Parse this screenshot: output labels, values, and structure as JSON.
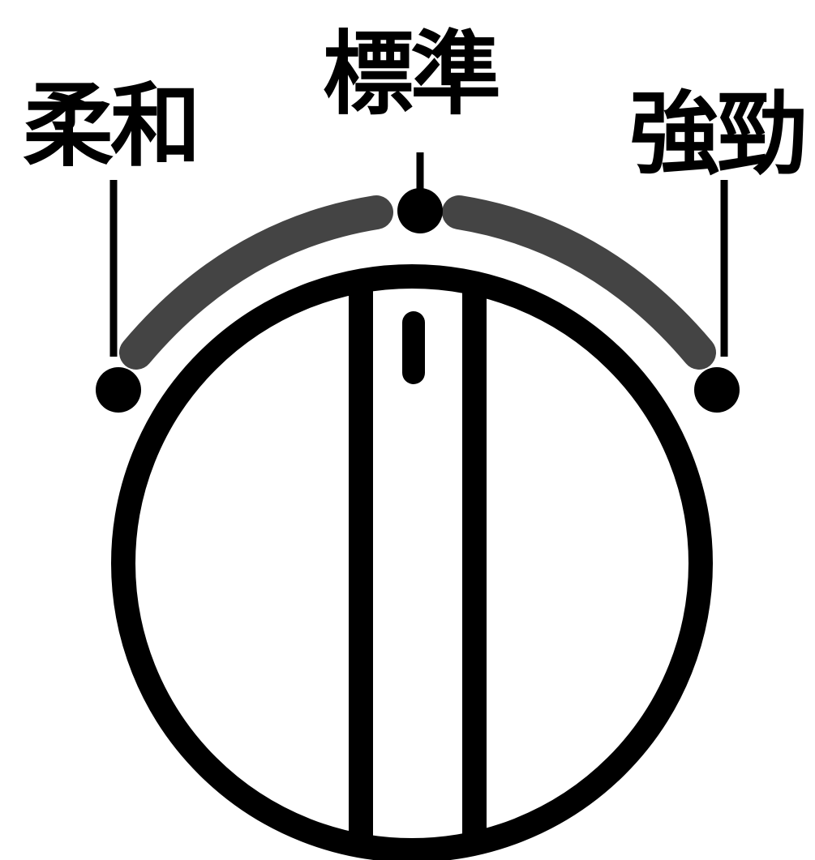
{
  "dial": {
    "settings": [
      {
        "label": "柔和"
      },
      {
        "label": "標準"
      },
      {
        "label": "強勁"
      }
    ]
  },
  "colors": {
    "ink": "#000000",
    "arc": "#444444",
    "background": "#ffffff"
  }
}
